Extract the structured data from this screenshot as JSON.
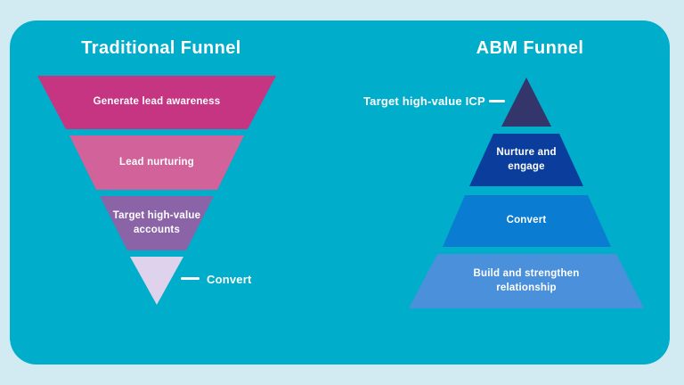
{
  "canvas": {
    "background_color": "#d2ebf2",
    "card_color": "#00adca",
    "text_color": "#ffffff"
  },
  "traditional_funnel": {
    "title": "Traditional Funnel",
    "segments": [
      {
        "label": "Generate lead awareness",
        "color": "#c63581"
      },
      {
        "label": "Lead nurturing",
        "color": "#d2629a"
      },
      {
        "label": "Target high-value accounts",
        "color": "#8a64a6"
      },
      {
        "label": "",
        "color": "#ded2ec"
      }
    ],
    "callout": {
      "label": "Convert"
    }
  },
  "abm_funnel": {
    "title": "ABM Funnel",
    "segments": [
      {
        "label": "",
        "color": "#34356b"
      },
      {
        "label": "Nurture and engage",
        "color": "#0b3e9c"
      },
      {
        "label": "Convert",
        "color": "#0a7dd2"
      },
      {
        "label": "Build and strengthen relationship",
        "color": "#4b90da"
      }
    ],
    "callout": {
      "label": "Target high-value ICP"
    }
  }
}
